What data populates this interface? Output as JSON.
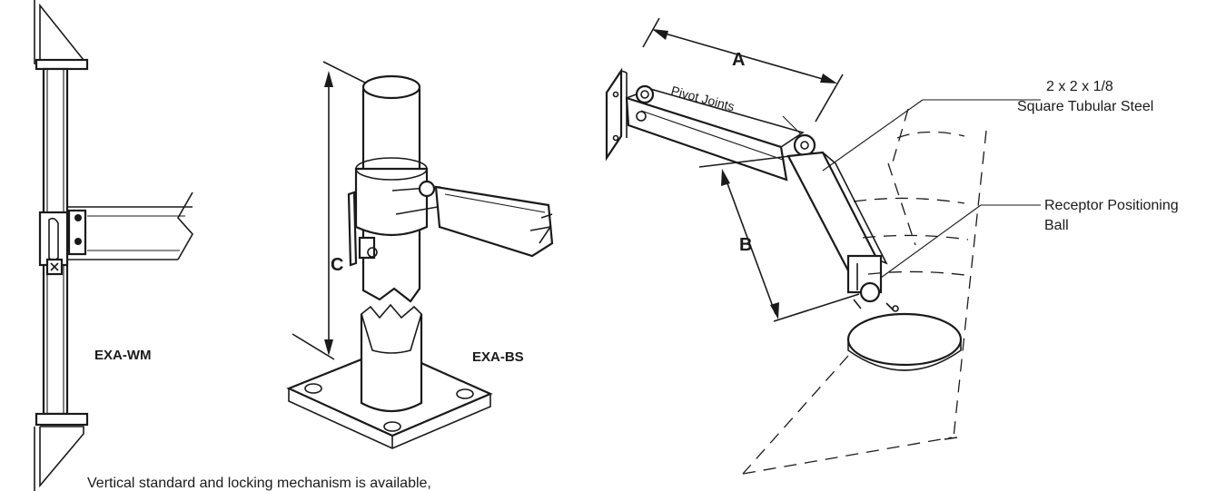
{
  "labels": {
    "wall_mount": "EXA-WM",
    "base_stand": "EXA-BS",
    "dim_a": "A",
    "dim_b": "B",
    "dim_c": "C",
    "pivot_joints": "Pivot Joints",
    "steel_line1": "2 x 2 x 1/8",
    "steel_line2": "Square Tubular Steel",
    "receptor_line1": "Receptor Positioning",
    "receptor_line2": "Ball",
    "footer_note": "Vertical standard and locking mechanism is available,"
  }
}
